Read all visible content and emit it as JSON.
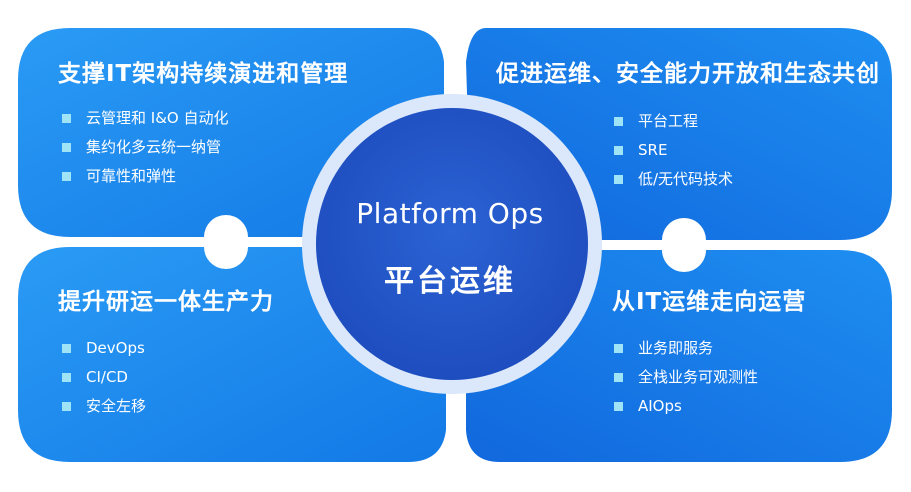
{
  "center": {
    "title_en": "Platform Ops",
    "title_cn": "平台运维"
  },
  "quadrants": {
    "top_left": {
      "title": "支撑IT架构持续演进和管理",
      "items": [
        "云管理和 I&O 自动化",
        "集约化多云统一纳管",
        "可靠性和弹性"
      ]
    },
    "top_right": {
      "title": "促进运维、安全能力开放和生态共创",
      "items": [
        "平台工程",
        "SRE",
        "低/无代码技术"
      ]
    },
    "bottom_left": {
      "title": "提升研运一体生产力",
      "items": [
        "DevOps",
        "CI/CD",
        "安全左移"
      ]
    },
    "bottom_right": {
      "title": "从IT运维走向运营",
      "items": [
        "业务即服务",
        "全栈业务可观测性",
        "AIOps"
      ]
    }
  },
  "colors": {
    "panel_light": "#1e8ef1",
    "panel_dark": "#1170e2",
    "ring": "#dbe8fb",
    "center_fill": "#2255c9",
    "bullet": "#9fe3f7"
  }
}
